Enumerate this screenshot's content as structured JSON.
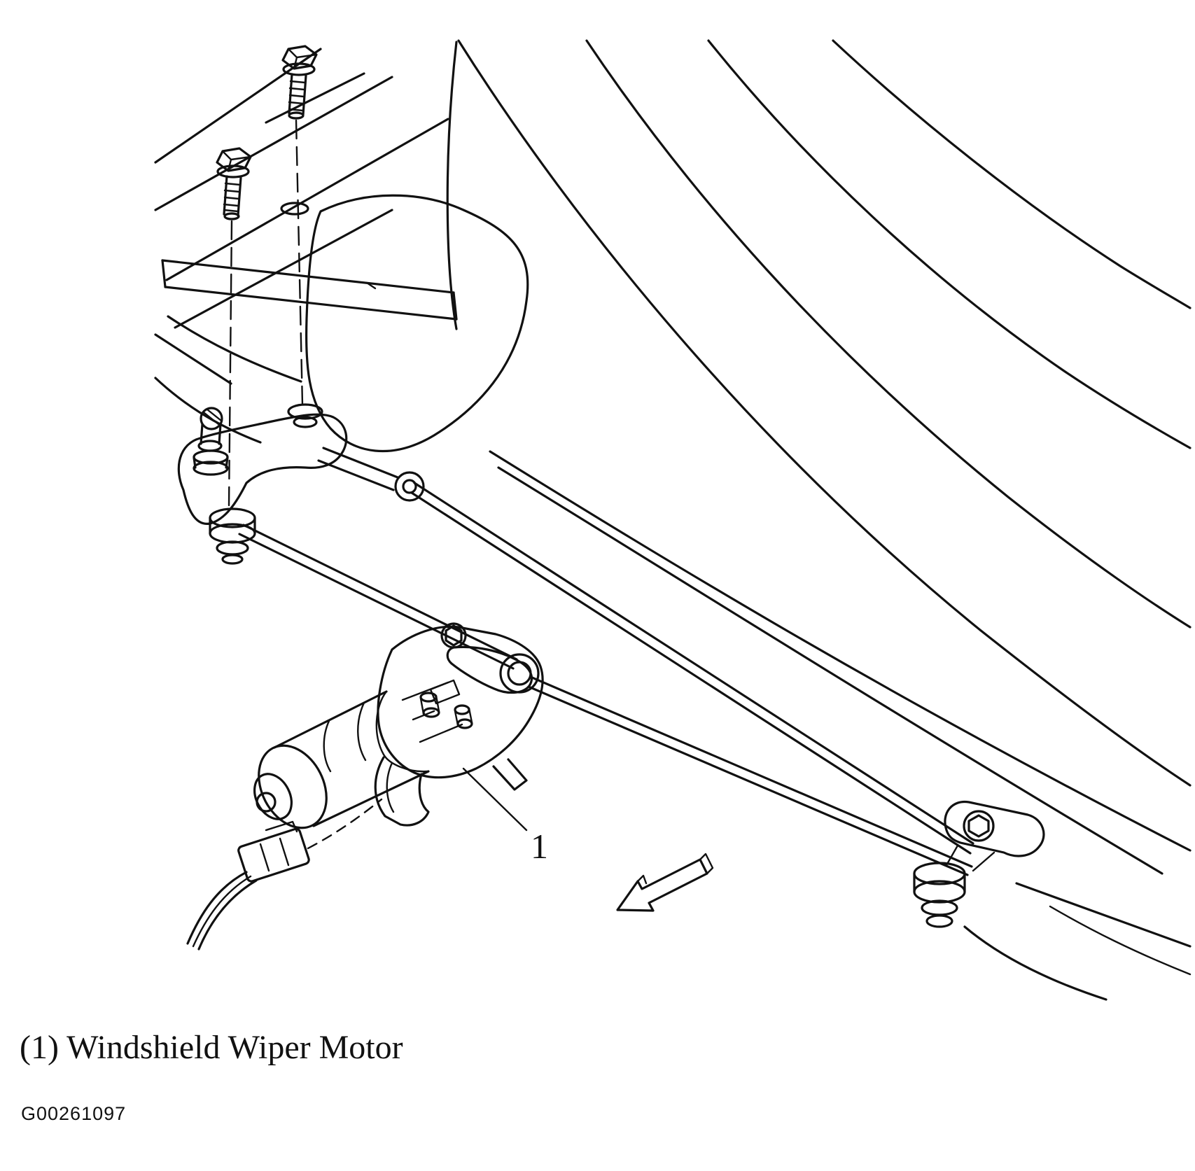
{
  "page": {
    "background": "#ffffff",
    "line_color": "#111111"
  },
  "diagram": {
    "callout_1": "1",
    "caption": "(1) Windshield Wiper Motor",
    "figure_code": "G00261097"
  }
}
